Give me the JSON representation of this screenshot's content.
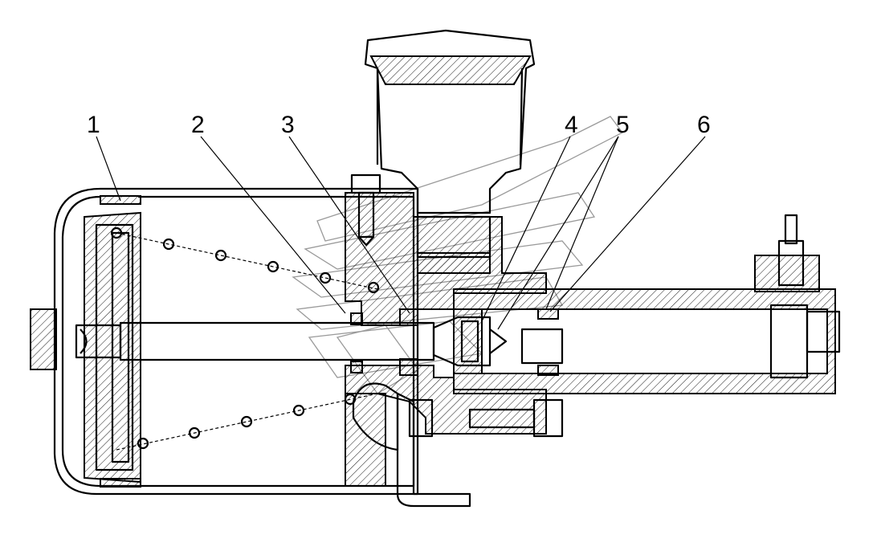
{
  "diagram": {
    "callouts": [
      {
        "id": "1",
        "text": "1"
      },
      {
        "id": "2",
        "text": "2"
      },
      {
        "id": "3",
        "text": "3"
      },
      {
        "id": "4",
        "text": "4"
      },
      {
        "id": "5",
        "text": "5"
      },
      {
        "id": "6",
        "text": "6"
      }
    ]
  },
  "colors": {
    "line": "#000000",
    "background": "#ffffff",
    "watermark": "#9a9a9a"
  }
}
